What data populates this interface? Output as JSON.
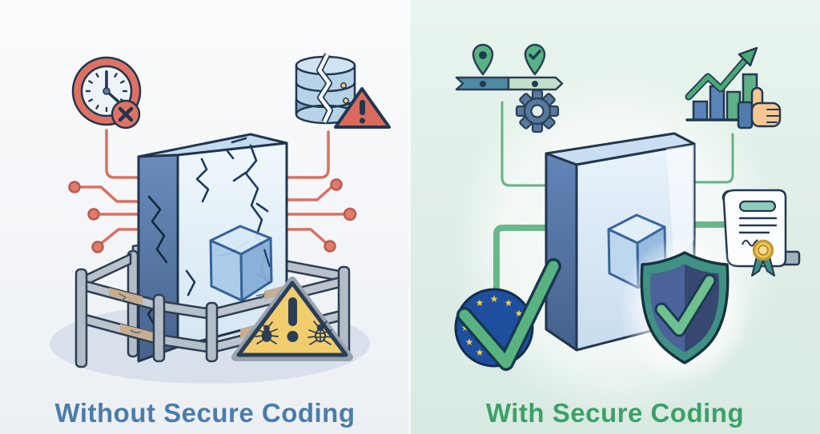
{
  "left_panel": {
    "title": "Without Secure Coding",
    "title_color": "#4b7cab",
    "accent_color": "#d97162",
    "icons": [
      "deadline-clock-icon",
      "failed-x-badge-icon",
      "broken-database-icon",
      "database-alert-triangle-icon",
      "circuit-traces-left",
      "circuit-traces-right",
      "cracked-monolith",
      "code-cube",
      "broken-fence",
      "bug-warning-sign-icon"
    ]
  },
  "right_panel": {
    "title": "With Secure Coding",
    "title_color": "#3da167",
    "accent_color": "#58b381",
    "eu_star_glyph": "★",
    "icons": [
      "timeline-progress-banner",
      "milestone-pin-icon",
      "milestone-check-pin-icon",
      "gear-icon",
      "growth-chart-icon",
      "thumbs-up-icon",
      "certificate-icon",
      "eu-flag-check-icon",
      "security-shield-check-icon",
      "clean-monolith",
      "code-cube"
    ]
  }
}
